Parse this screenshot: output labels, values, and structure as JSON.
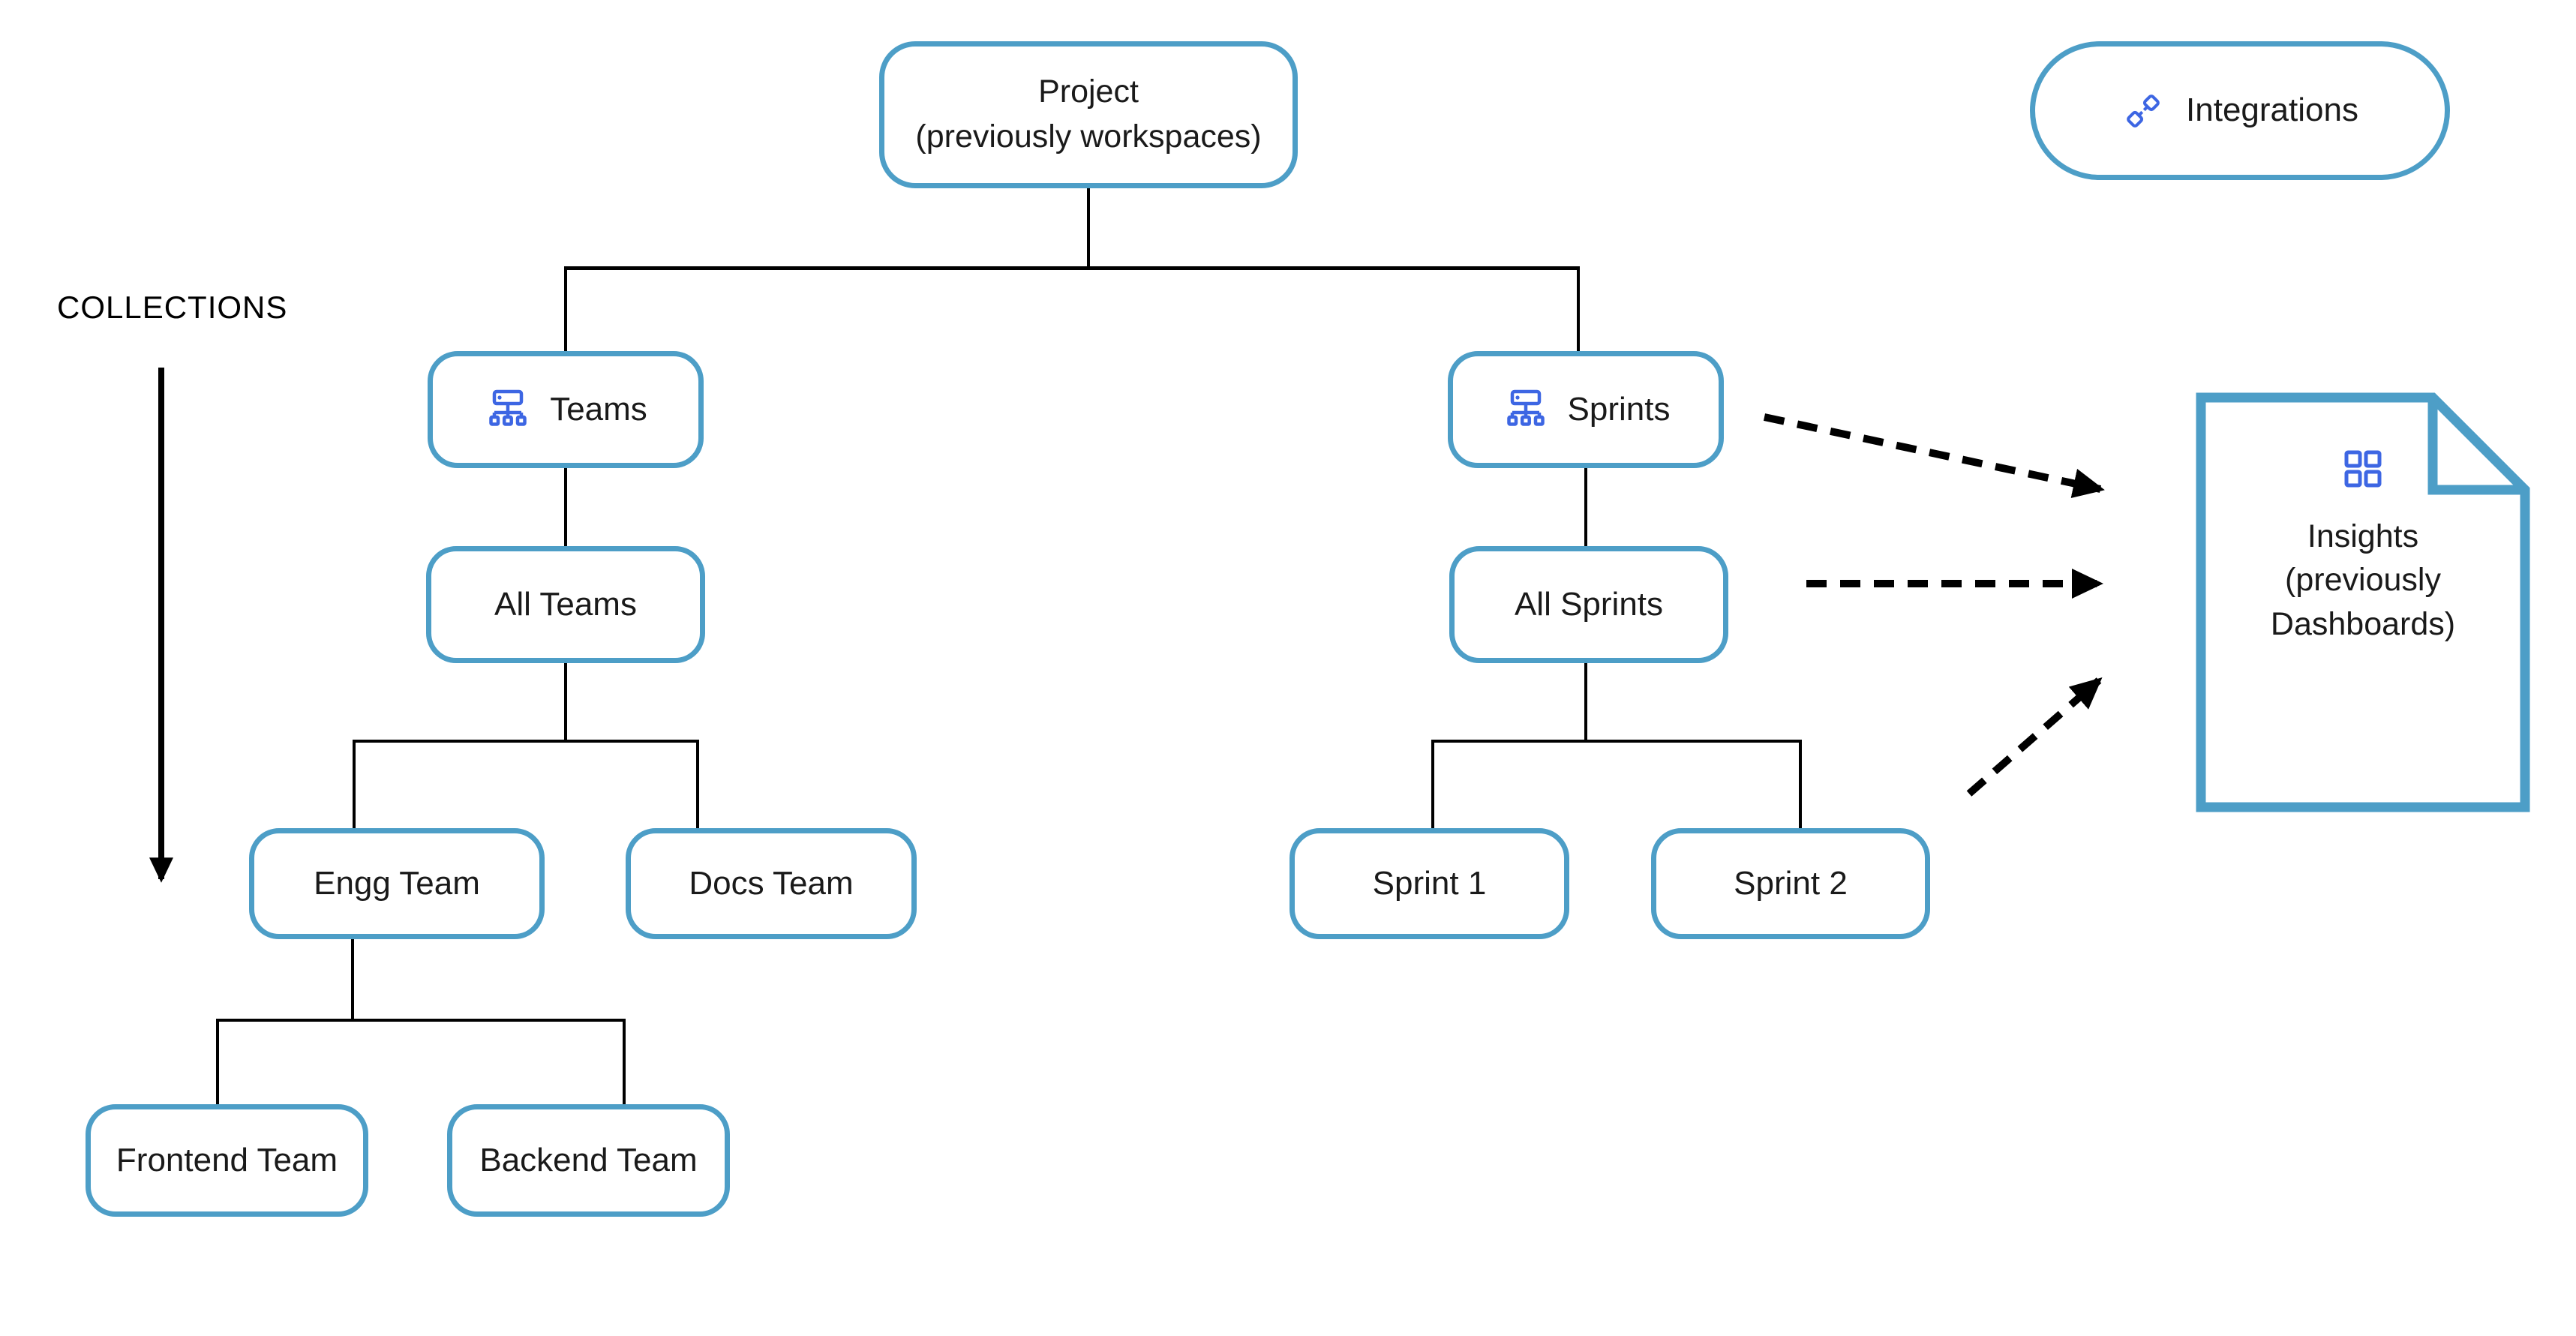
{
  "diagram": {
    "collections_label": "COLLECTIONS",
    "nodes": {
      "project": {
        "title": "Project",
        "subtitle": "(previously workspaces)"
      },
      "integrations": {
        "label": "Integrations",
        "icon": "plug-icon"
      },
      "teams": {
        "label": "Teams",
        "icon": "org-chart-icon"
      },
      "sprints": {
        "label": "Sprints",
        "icon": "org-chart-icon"
      },
      "all_teams": {
        "label": "All Teams"
      },
      "all_sprints": {
        "label": "All Sprints"
      },
      "engg_team": {
        "label": "Engg Team"
      },
      "docs_team": {
        "label": "Docs Team"
      },
      "sprint_1": {
        "label": "Sprint 1"
      },
      "sprint_2": {
        "label": "Sprint 2"
      },
      "frontend_team": {
        "label": "Frontend Team"
      },
      "backend_team": {
        "label": "Backend Team"
      },
      "insights": {
        "title": "Insights",
        "subtitle_line1": "(previously",
        "subtitle_line2": "Dashboards)",
        "icon": "dashboard-grid-icon"
      }
    },
    "colors": {
      "node_border": "#4D9EC7",
      "icon_blue": "#3D66E3",
      "connector": "#000000",
      "text": "#1A1A1A",
      "bg": "#FFFFFF"
    }
  }
}
